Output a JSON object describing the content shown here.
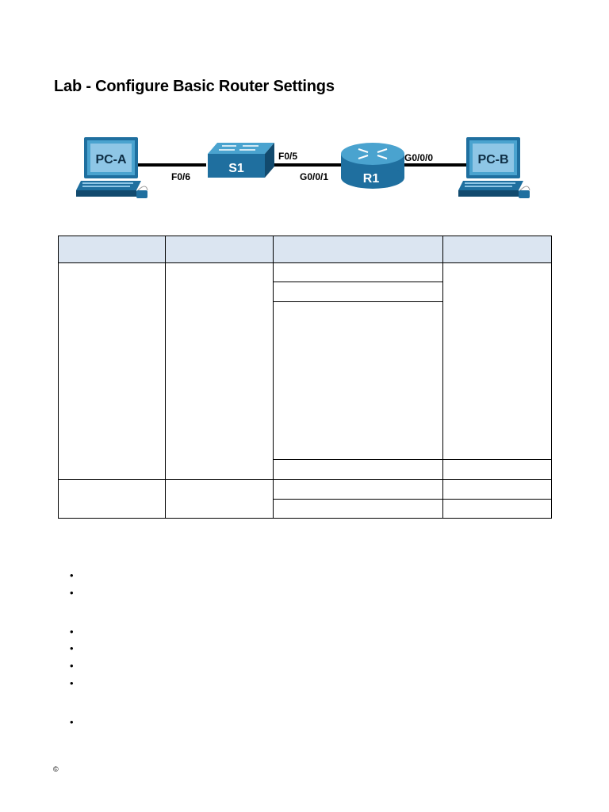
{
  "document": {
    "title": "Lab - Configure Basic Router Settings",
    "copyright_symbol": "©"
  },
  "topology": {
    "devices": {
      "pc_a": "PC-A",
      "switch": "S1",
      "router": "R1",
      "pc_b": "PC-B"
    },
    "ports": {
      "s1_to_pca": "F0/6",
      "s1_to_r1": "F0/5",
      "r1_to_s1": "G0/0/1",
      "r1_to_pcb": "G0/0/0"
    },
    "colors": {
      "device_blue": "#1f6f9f",
      "device_dark": "#124a6e",
      "device_light": "#4aa3cf",
      "screen": "#8ec6e6",
      "link": "#000000"
    }
  },
  "addressing_table": {
    "header_color": "#dbe5f1",
    "columns": [
      "",
      "",
      "",
      ""
    ],
    "rows": []
  },
  "bullets": [
    {
      "text": ""
    },
    {
      "text": ""
    },
    {
      "text": ""
    },
    {
      "text": ""
    },
    {
      "text": ""
    },
    {
      "text": ""
    },
    {
      "text": ""
    }
  ]
}
